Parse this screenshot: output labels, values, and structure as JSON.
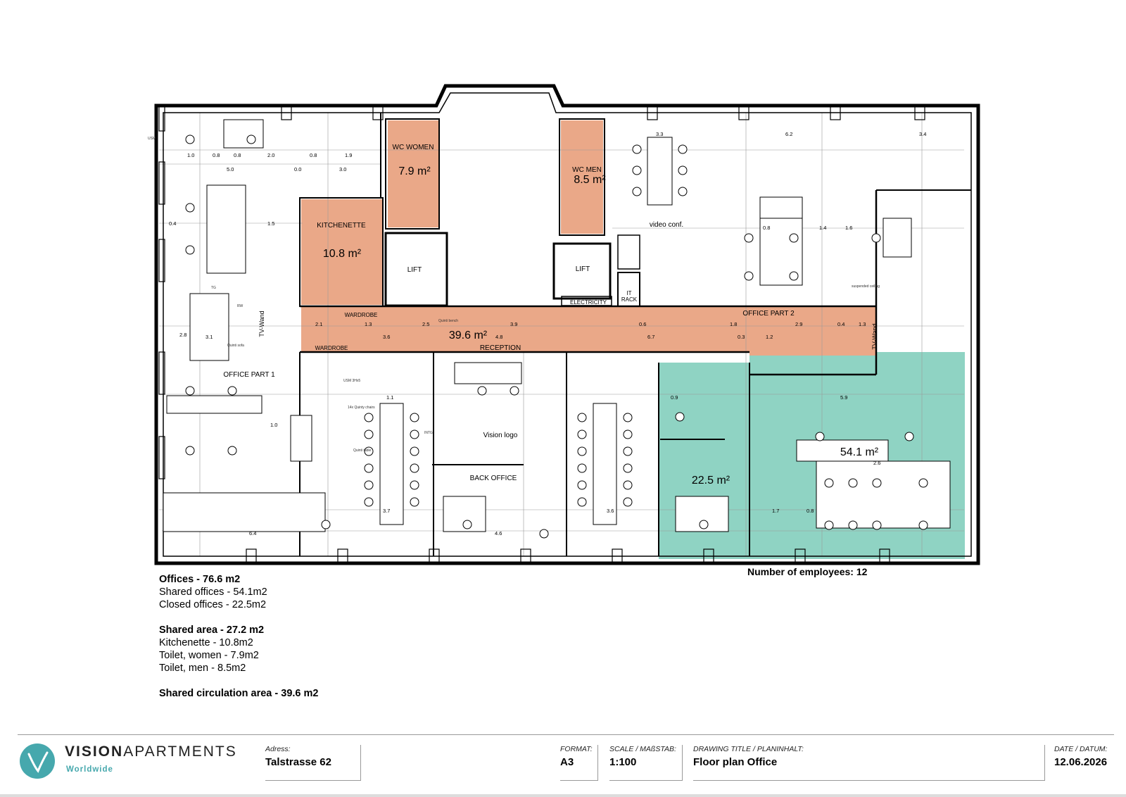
{
  "plan": {
    "rooms": {
      "wc_women": "WC WOMEN",
      "wc_women_area": "7.9 m²",
      "wc_men": "WC MEN",
      "wc_men_area": "8.5 m²",
      "kitchenette": "KITCHENETTE",
      "kitchenette_area": "10.8 m²",
      "lift": "LIFT",
      "electricity": "ELECTRICITY",
      "it_rack_1": "IT",
      "it_rack_2": "RACK",
      "video_conf": "video conf.",
      "wardrobe": "WARDROBE",
      "reception": "RECEPTION",
      "circulation_area": "39.6 m²",
      "office_part_1": "OFFICE PART 1",
      "office_part_2": "OFFICE PART 2",
      "tv_wand": "TV-Wand",
      "vision_logo": "Vision logo",
      "back_office": "BACK OFFICE",
      "closed_office_area": "22.5 m²",
      "shared_office_area": "54.1 m²"
    },
    "dims": [
      "1.0",
      "0.8",
      "0.8",
      "2.0",
      "0.8",
      "1.9",
      "5.0",
      "0.0",
      "3.0",
      "0.4",
      "1.6",
      "0.8",
      "1.5",
      "3.9",
      "2.5",
      "1.3",
      "2.1",
      "3.6",
      "4.8",
      "6.7",
      "0.3",
      "1.2",
      "1.8",
      "2.9",
      "0.4",
      "1.3",
      "3.7",
      "3.6",
      "4.6",
      "1.1",
      "0.9",
      "5.9",
      "2.6",
      "1.7",
      "0.8",
      "1.4",
      "0.6",
      "3.3",
      "6.2",
      "3.4",
      "2.8",
      "3.1",
      "6.4",
      "1.0"
    ],
    "mini": [
      "USM",
      "RW",
      "TG",
      "Quinti sofa",
      "USM 3Hx5",
      "Quinti bench",
      "14x Quinty chairs",
      "Quinti table",
      "INTG",
      "suspended ceiling"
    ]
  },
  "summary": {
    "offices_head": "Offices -  76.6 m2",
    "offices_1": "Shared offices - 54.1m2",
    "offices_2": "Closed offices - 22.5m2",
    "shared_head": "Shared area - 27.2 m2",
    "shared_1": "Kitchenette - 10.8m2",
    "shared_2": "Toilet, women - 7.9m2",
    "shared_3": "Toilet, men - 8.5m2",
    "circulation_head": "Shared circulation area - 39.6 m2"
  },
  "employees": "Number of employees: 12",
  "footer": {
    "brand_bold": "VISION",
    "brand_rest": "APARTMENTS",
    "brand_sub": "Worldwide",
    "address_label": "Adress:",
    "address_value": "Talstrasse 62",
    "format_label": "FORMAT:",
    "format_value": "A3",
    "scale_label": "SCALE / MAßSTAB:",
    "scale_value": "1:100",
    "title_label": "DRAWING TITLE / PLANINHALT:",
    "title_value": "Floor plan Office",
    "date_label": "DATE / DATUM:",
    "date_value": "12.06.2026"
  },
  "colors": {
    "accent_room": "#eaa888",
    "office_green": "#8fd3c3",
    "wall": "#000000",
    "logo_teal": "#46a8ad"
  }
}
